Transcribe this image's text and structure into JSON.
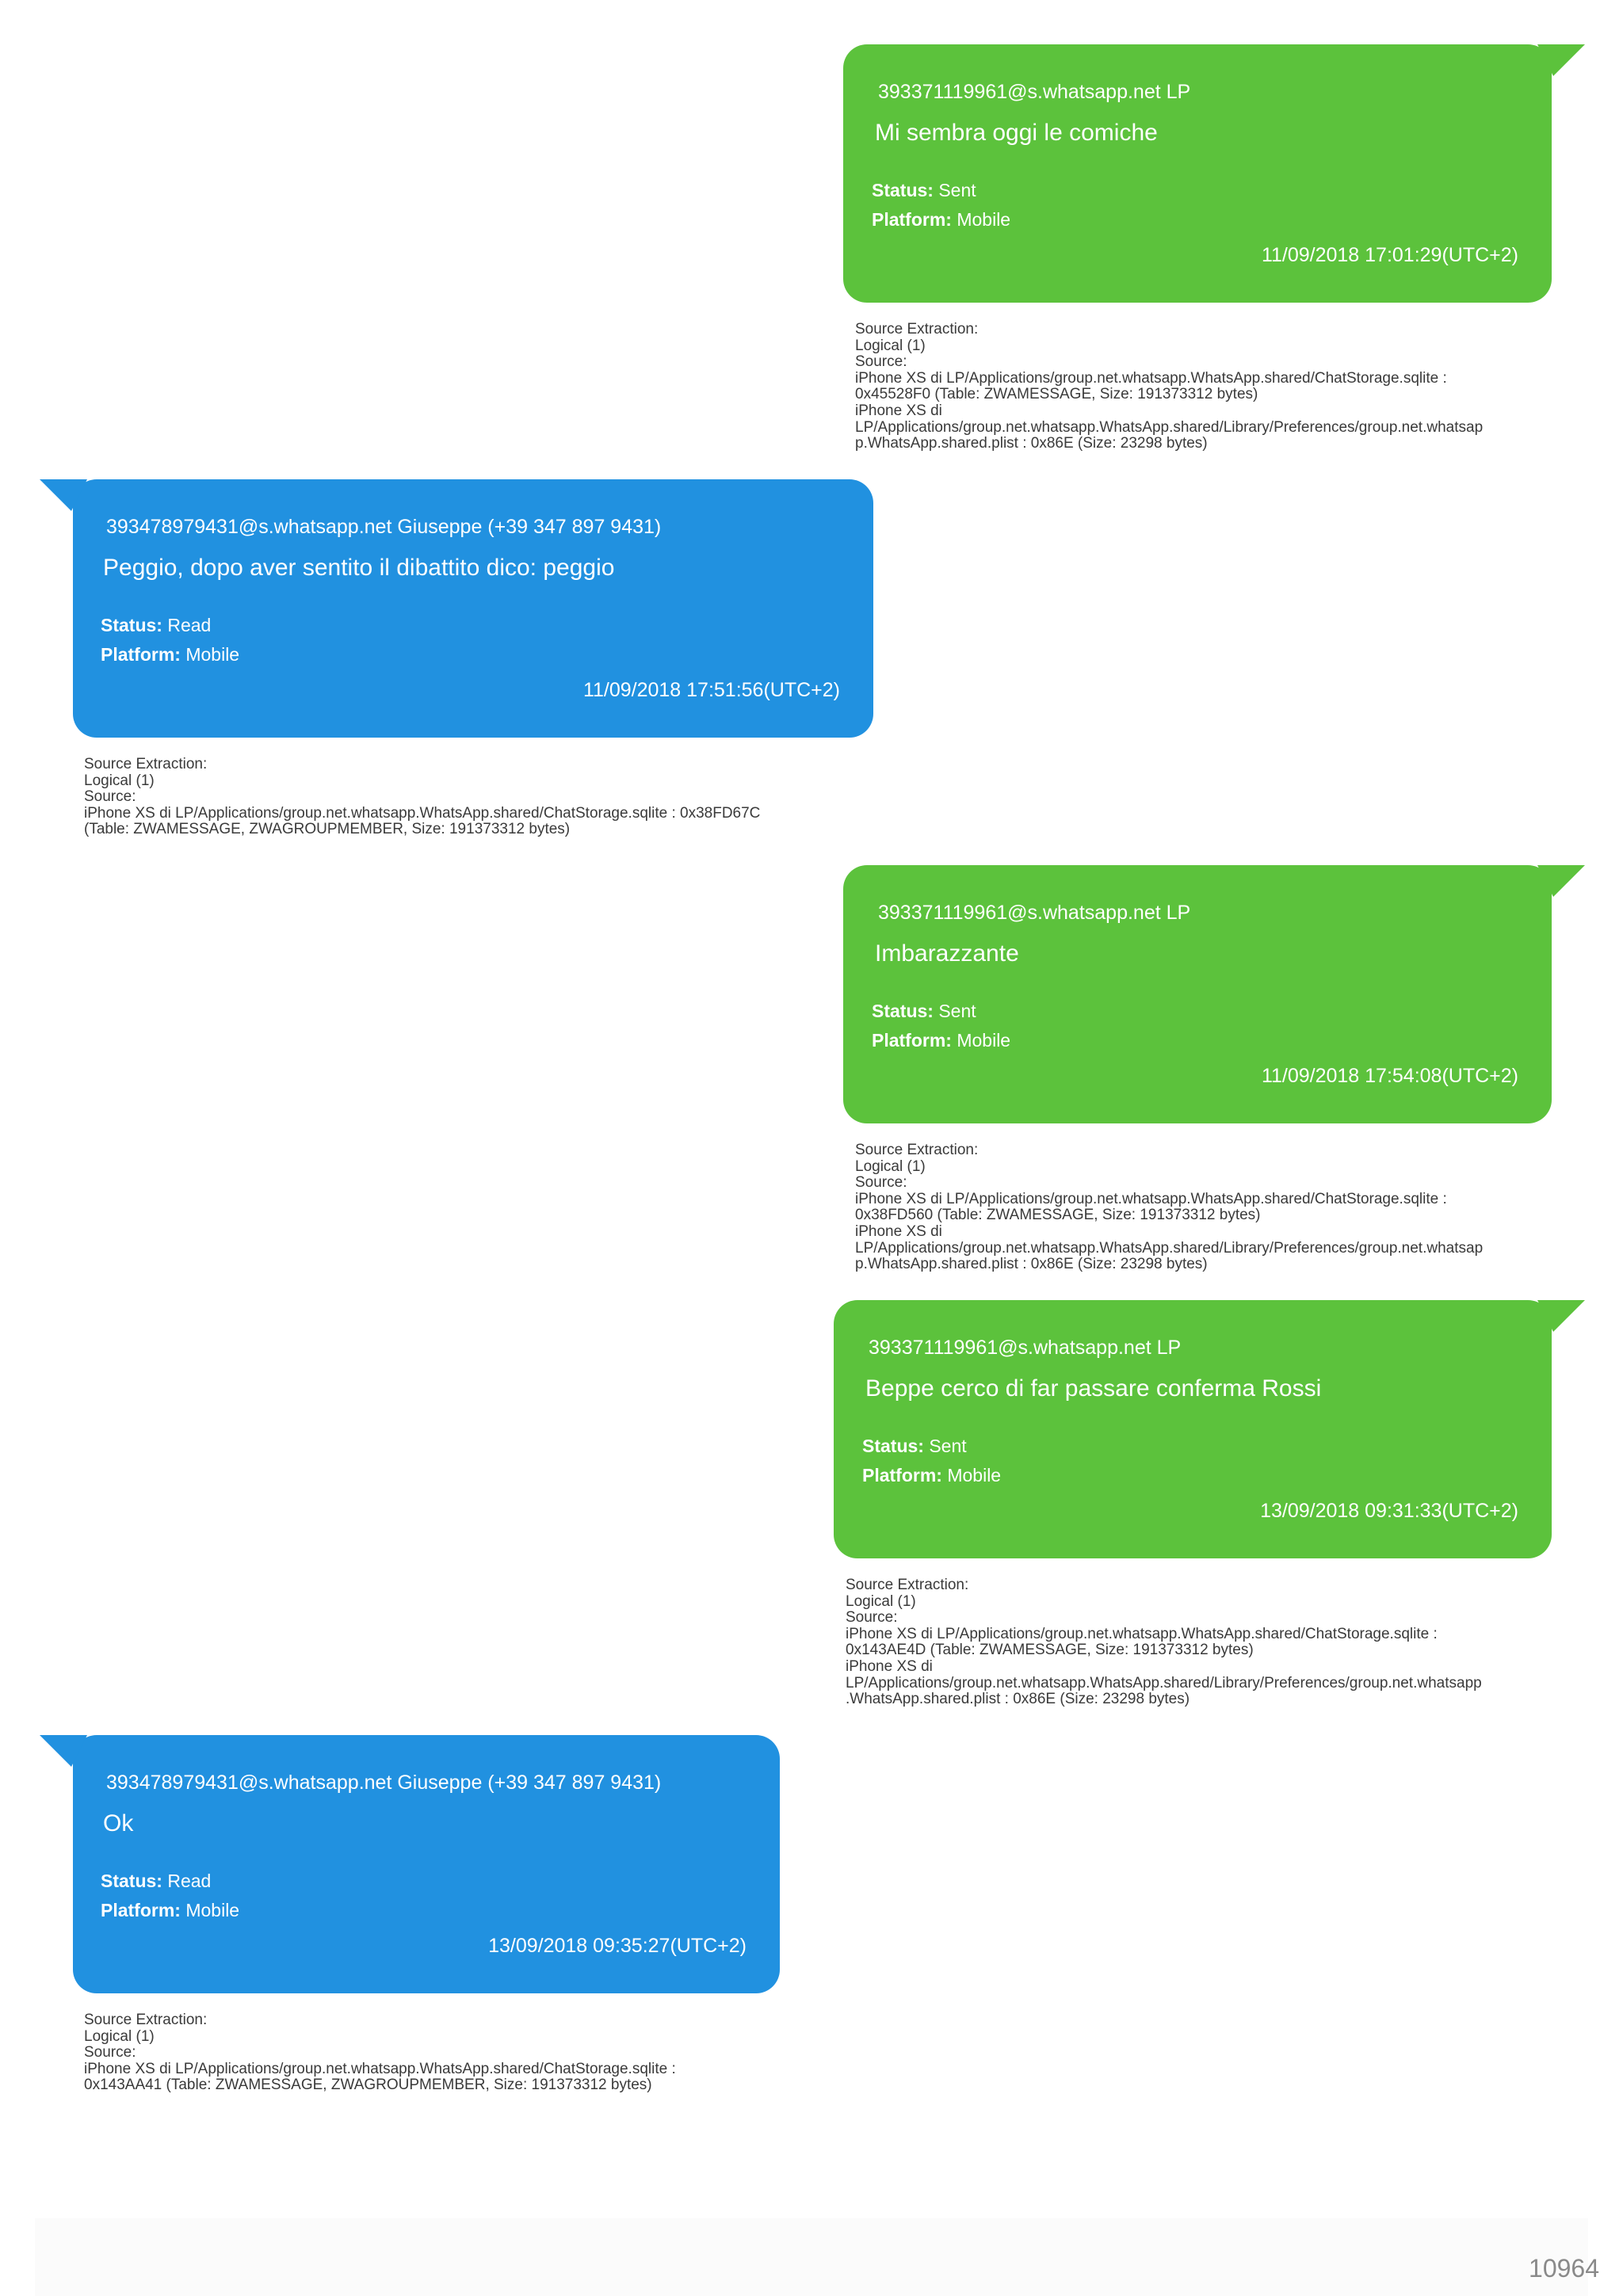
{
  "messages": [
    {
      "sender": "393371119961@s.whatsapp.net LP",
      "text": "Mi sembra oggi le comiche",
      "status_label": "Status:",
      "status": "Sent",
      "platform_label": "Platform:",
      "platform": "Mobile",
      "timestamp": "11/09/2018 17:01:29(UTC+2)",
      "source": "Source Extraction:\nLogical (1)\nSource:\niPhone XS di LP/Applications/group.net.whatsapp.WhatsApp.shared/ChatStorage.sqlite :\n0x45528F0 (Table: ZWAMESSAGE, Size: 191373312 bytes)\niPhone XS di\nLP/Applications/group.net.whatsapp.WhatsApp.shared/Library/Preferences/group.net.whatsap\np.WhatsApp.shared.plist : 0x86E (Size: 23298 bytes)",
      "color": "#5cc23c",
      "direction": "outgoing"
    },
    {
      "sender": "393478979431@s.whatsapp.net Giuseppe (+39 347 897 9431)",
      "text": "Peggio, dopo aver sentito il dibattito dico: peggio",
      "status_label": "Status:",
      "status": "Read",
      "platform_label": "Platform:",
      "platform": "Mobile",
      "timestamp": "11/09/2018 17:51:56(UTC+2)",
      "source": "Source Extraction:\nLogical (1)\nSource:\niPhone XS di LP/Applications/group.net.whatsapp.WhatsApp.shared/ChatStorage.sqlite : 0x38FD67C\n(Table: ZWAMESSAGE, ZWAGROUPMEMBER, Size: 191373312 bytes)",
      "color": "#2191e0",
      "direction": "incoming"
    },
    {
      "sender": "393371119961@s.whatsapp.net LP",
      "text": "Imbarazzante",
      "status_label": "Status:",
      "status": "Sent",
      "platform_label": "Platform:",
      "platform": "Mobile",
      "timestamp": "11/09/2018 17:54:08(UTC+2)",
      "source": "Source Extraction:\nLogical (1)\nSource:\niPhone XS di LP/Applications/group.net.whatsapp.WhatsApp.shared/ChatStorage.sqlite :\n0x38FD560 (Table: ZWAMESSAGE, Size: 191373312 bytes)\niPhone XS di\nLP/Applications/group.net.whatsapp.WhatsApp.shared/Library/Preferences/group.net.whatsap\np.WhatsApp.shared.plist : 0x86E (Size: 23298 bytes)",
      "color": "#5cc23c",
      "direction": "outgoing"
    },
    {
      "sender": "393371119961@s.whatsapp.net LP",
      "text": "Beppe cerco di far passare conferma Rossi",
      "status_label": "Status:",
      "status": "Sent",
      "platform_label": "Platform:",
      "platform": "Mobile",
      "timestamp": "13/09/2018 09:31:33(UTC+2)",
      "source": "Source Extraction:\nLogical (1)\nSource:\niPhone XS di LP/Applications/group.net.whatsapp.WhatsApp.shared/ChatStorage.sqlite :\n0x143AE4D (Table: ZWAMESSAGE, Size: 191373312 bytes)\niPhone XS di\nLP/Applications/group.net.whatsapp.WhatsApp.shared/Library/Preferences/group.net.whatsapp\n.WhatsApp.shared.plist : 0x86E (Size: 23298 bytes)",
      "color": "#5cc23c",
      "direction": "outgoing"
    },
    {
      "sender": "393478979431@s.whatsapp.net Giuseppe (+39 347 897 9431)",
      "text": "Ok",
      "status_label": "Status:",
      "status": "Read",
      "platform_label": "Platform:",
      "platform": "Mobile",
      "timestamp": "13/09/2018 09:35:27(UTC+2)",
      "source": "Source Extraction:\nLogical (1)\nSource:\niPhone XS di LP/Applications/group.net.whatsapp.WhatsApp.shared/ChatStorage.sqlite :\n0x143AA41 (Table: ZWAMESSAGE, ZWAGROUPMEMBER, Size: 191373312 bytes)",
      "color": "#2191e0",
      "direction": "incoming"
    }
  ],
  "page_number": "10964"
}
